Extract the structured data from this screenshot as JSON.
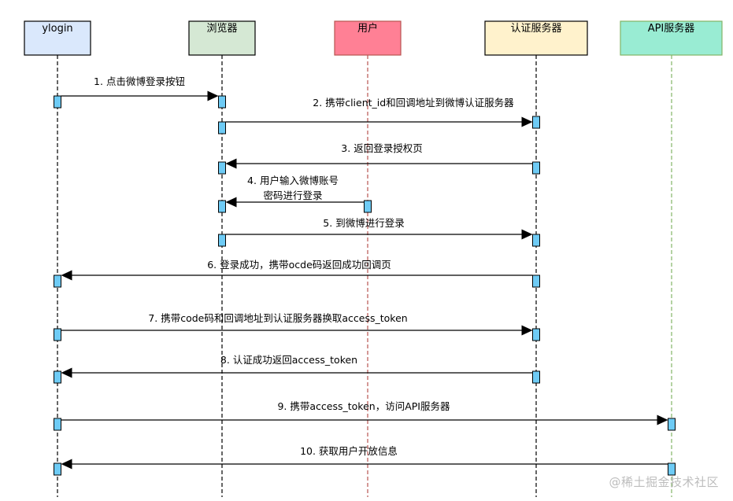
{
  "participants": [
    {
      "id": "ylogin",
      "label": "ylogin",
      "fill": "#dae8fc",
      "line": "#000000"
    },
    {
      "id": "browser",
      "label": "浏览器",
      "fill": "#d5e8d4",
      "line": "#000000"
    },
    {
      "id": "user",
      "label": "用户",
      "fill": "#ff8095",
      "line": "#b85450"
    },
    {
      "id": "auth",
      "label": "认证服务器",
      "fill": "#fff2cc",
      "line": "#000000"
    },
    {
      "id": "api",
      "label": "API服务器",
      "fill": "#99ecd3",
      "line": "#82b366"
    }
  ],
  "activation_color": "#6ecbf5",
  "messages": [
    {
      "from": "ylogin",
      "to": "browser",
      "lines": [
        "1. 点击微博登录按钮"
      ]
    },
    {
      "from": "browser",
      "to": "auth",
      "lines": [
        "2. 携带client_id和回调地址到微博认证服务器"
      ]
    },
    {
      "from": "auth",
      "to": "browser",
      "lines": [
        "3. 返回登录授权页"
      ]
    },
    {
      "from": "user",
      "to": "browser",
      "lines": [
        "4. 用户输入微博账号",
        "密码进行登录"
      ]
    },
    {
      "from": "browser",
      "to": "auth",
      "lines": [
        "5. 到微博进行登录"
      ]
    },
    {
      "from": "auth",
      "to": "ylogin",
      "lines": [
        "6. 登录成功，携带ocde码返回成功回调页"
      ]
    },
    {
      "from": "ylogin",
      "to": "auth",
      "lines": [
        "7. 携带code码和回调地址到认证服务器换取access_token"
      ]
    },
    {
      "from": "auth",
      "to": "ylogin",
      "lines": [
        "8. 认证成功返回access_token"
      ]
    },
    {
      "from": "ylogin",
      "to": "api",
      "lines": [
        "9. 携带access_token，访问API服务器"
      ]
    },
    {
      "from": "api",
      "to": "ylogin",
      "lines": [
        "10. 获取用户开放信息"
      ]
    }
  ],
  "watermark": "@稀土掘金技术社区"
}
